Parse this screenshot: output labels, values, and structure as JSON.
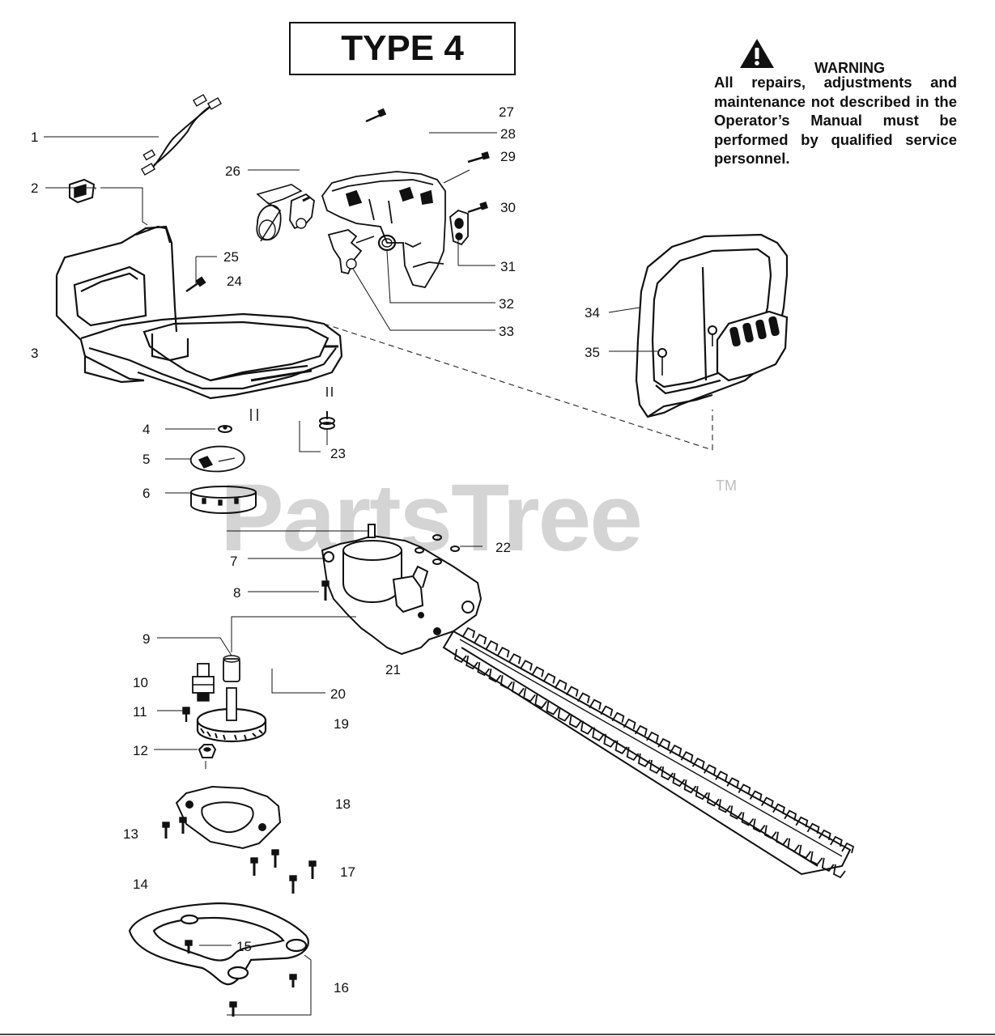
{
  "header": {
    "type_label": "TYPE 4"
  },
  "warning": {
    "icon": "warning-triangle-icon",
    "title": "WARNING",
    "text": "All repairs, adjustments and maintenance not described in the Operator’s Manual must be performed by qualified service personnel."
  },
  "watermark": {
    "text": "PartsTree",
    "trademark": "TM"
  },
  "callouts": [
    "1",
    "2",
    "3",
    "4",
    "5",
    "6",
    "7",
    "8",
    "9",
    "10",
    "11",
    "12",
    "13",
    "14",
    "15",
    "16",
    "17",
    "18",
    "19",
    "20",
    "21",
    "22",
    "23",
    "24",
    "25",
    "26",
    "27",
    "28",
    "29",
    "30",
    "31",
    "32",
    "33",
    "34",
    "35"
  ]
}
